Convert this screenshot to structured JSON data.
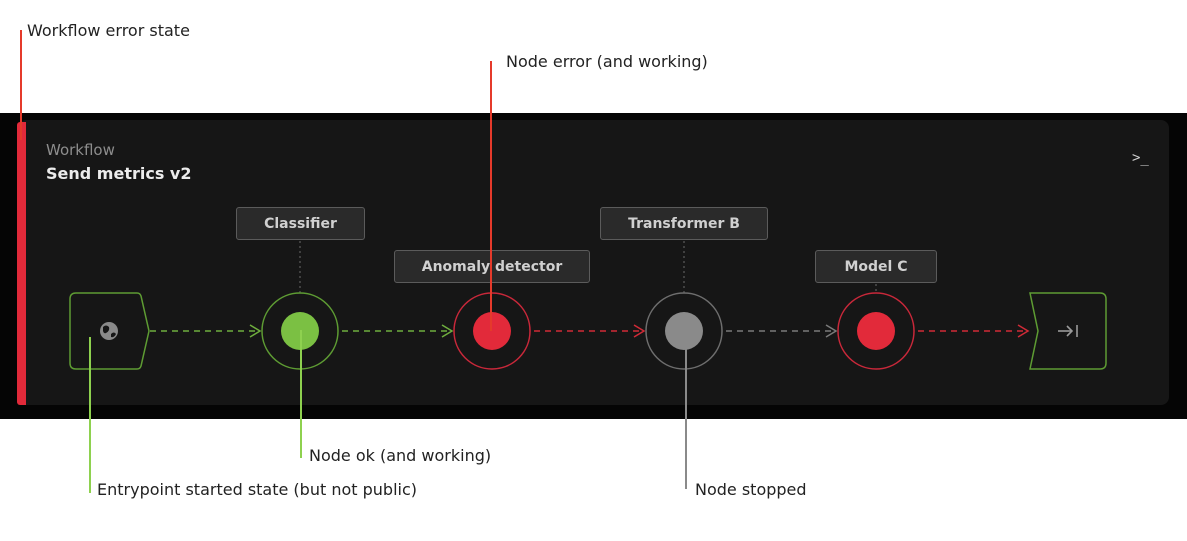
{
  "annotations": {
    "workflow_error": "Workflow error state",
    "node_error": "Node error (and working)",
    "node_ok": "Node ok (and working)",
    "entrypoint": "Entrypoint started state (but not public)",
    "node_stopped": "Node stopped"
  },
  "workflow": {
    "kicker": "Workflow",
    "title": "Send metrics v2",
    "terminal_icon": ">_"
  },
  "nodes": [
    {
      "label": "Classifier",
      "state": "ok"
    },
    {
      "label": "Anomaly detector",
      "state": "error"
    },
    {
      "label": "Transformer B",
      "state": "stopped"
    },
    {
      "label": "Model C",
      "state": "error"
    }
  ],
  "entrypoint": {
    "icon": "globe-icon",
    "state": "started"
  },
  "exitpoint": {
    "icon": "exit-arrow-icon"
  },
  "colors": {
    "ok": "#7bc043",
    "error": "#e22a3a",
    "stopped": "#8a8a8a",
    "annotation_error": "#e53a2b",
    "annotation_ok": "#8ed14f",
    "annotation_stopped": "#8a8a8a"
  }
}
